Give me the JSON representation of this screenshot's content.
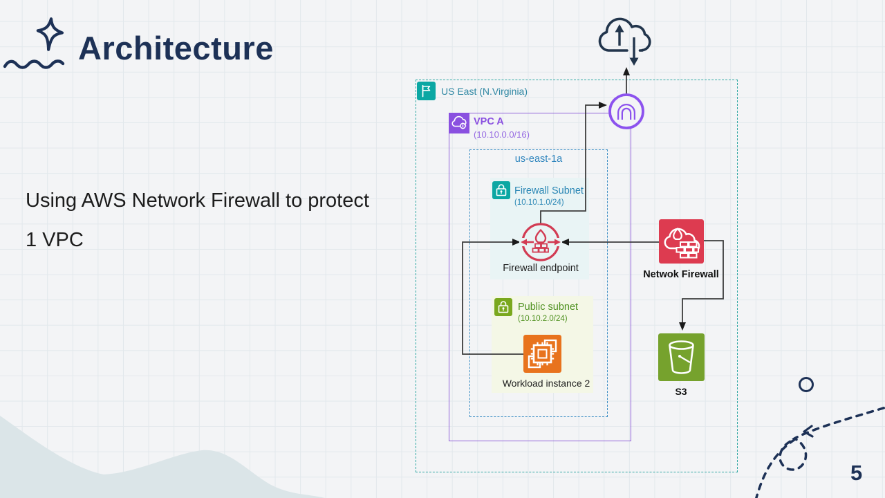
{
  "slide": {
    "title": "Architecture",
    "subtitle": "Using AWS Network Firewall to protect 1 VPC",
    "page_number": "5"
  },
  "diagram": {
    "region": {
      "label": "US East (N.Virginia)",
      "icon": "region-flag-icon"
    },
    "vpc": {
      "label": "VPC A",
      "cidr": "(10.10.0.0/16)",
      "icon": "vpc-cloud-icon"
    },
    "availability_zone": {
      "label": "us-east-1a"
    },
    "firewall_subnet": {
      "label": "Firewall Subnet",
      "cidr": "(10.10.1.0/24)",
      "icon": "lock-icon"
    },
    "firewall_endpoint": {
      "label": "Firewall endpoint",
      "icon": "firewall-endpoint-icon"
    },
    "public_subnet": {
      "label": "Public subnet",
      "cidr": "(10.10.2.0/24)",
      "icon": "lock-icon"
    },
    "workload_instance": {
      "label": "Workload instance 2",
      "icon": "ec2-instance-icon"
    },
    "network_firewall": {
      "label": "Netwok Firewall",
      "icon": "network-firewall-icon"
    },
    "s3": {
      "label": "S3",
      "icon": "s3-bucket-icon"
    },
    "internet": {
      "icon": "internet-cloud-icon"
    },
    "internet_gateway": {
      "icon": "internet-gateway-icon"
    }
  },
  "colors": {
    "navy": "#1d3156",
    "region_teal": "#0ba7a3",
    "region_border": "#2ba6a1",
    "region_text": "#2f87a3",
    "vpc_purple": "#8a50e0",
    "az_blue": "#3d8ec4",
    "subnet_blue_text": "#2b87b5",
    "firewall_red": "#d23b53",
    "network_firewall_red": "#dd3b50",
    "public_green_text": "#4f9120",
    "lock_green": "#7aa81e",
    "ec2_orange": "#e8731d",
    "s3_green": "#76a22d",
    "connector_gray": "#3c3c3c",
    "firewall_tile_bg": "#e9f4f5",
    "public_tile_bg": "#f4f7e6",
    "wave_fill": "#dbe5e8"
  }
}
